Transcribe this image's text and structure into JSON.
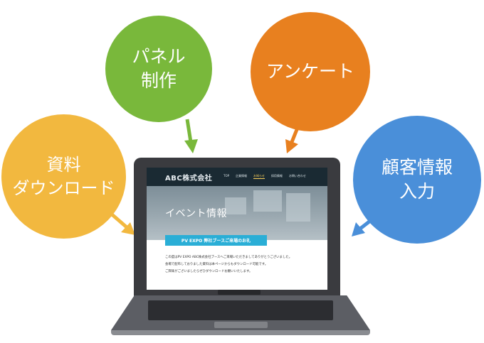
{
  "bubbles": {
    "doc": {
      "line1": "資料",
      "line2": "ダウンロード",
      "color": "#f2b83f"
    },
    "panel": {
      "line1": "パネル",
      "line2": "制作",
      "color": "#79b83b"
    },
    "survey": {
      "line1": "アンケート",
      "color": "#e8801f"
    },
    "cust": {
      "line1": "顧客情報",
      "line2": "入力",
      "color": "#4a8fd9"
    }
  },
  "screen": {
    "logo": "ABC株式会社",
    "nav": [
      "TOP",
      "企業情報",
      "お知らせ",
      "採用情報",
      "お問い合わせ"
    ],
    "hero_title": "イベント情報",
    "banner": "PV EXPO 弊社ブースご来場のお礼",
    "body": [
      "この度はPV EXPO ABC株式会社ブースへご来場いただきましてありがとうございました。",
      "会場で配布しておりました資料は本ページからもダウンロード可能です。",
      "ご興味がございましたらぜひダウンロードお願いいたします。"
    ]
  },
  "colors": {
    "arrow_doc": "#f2b83f",
    "arrow_panel": "#79b83b",
    "arrow_survey": "#e8801f",
    "arrow_cust": "#4a8fd9"
  }
}
